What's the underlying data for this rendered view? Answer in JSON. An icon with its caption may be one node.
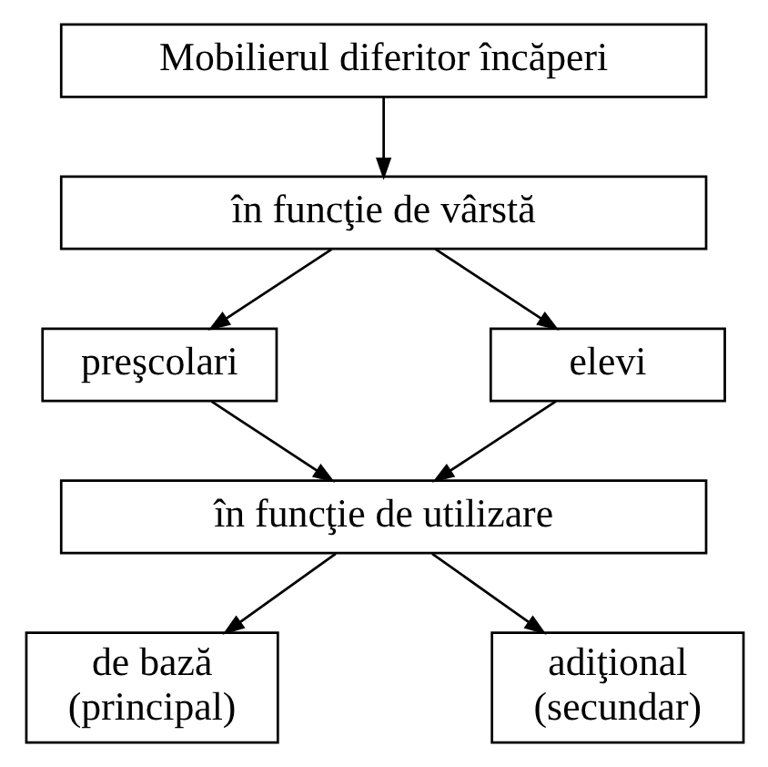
{
  "diagram": {
    "nodes": [
      {
        "text": [
          "Mobilierul diferitor încăperi"
        ]
      },
      {
        "text": [
          "în funcţie de vârstă"
        ]
      },
      {
        "text": [
          "preşcolari"
        ]
      },
      {
        "text": [
          "elevi"
        ]
      },
      {
        "text": [
          "în funcţie de utilizare"
        ]
      },
      {
        "text": [
          "de bază (principal)"
        ]
      },
      {
        "text": [
          "adiţional (secundar)"
        ]
      }
    ],
    "edges": [
      {
        "from": 0,
        "to": 1,
        "arrow": "to"
      },
      {
        "from": 1,
        "to": 2,
        "arrow": "to"
      },
      {
        "from": 1,
        "to": 3,
        "arrow": "to"
      },
      {
        "from": 2,
        "to": 4,
        "arrow": "to"
      },
      {
        "from": 3,
        "to": 4,
        "arrow": "to"
      },
      {
        "from": 4,
        "to": 5,
        "arrow": "to"
      },
      {
        "from": 4,
        "to": 6,
        "arrow": "to"
      }
    ]
  }
}
